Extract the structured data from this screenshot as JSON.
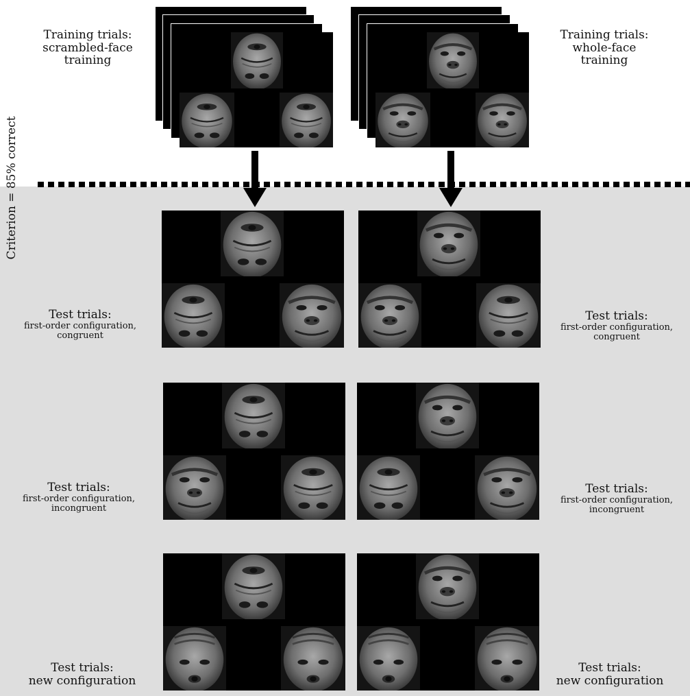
{
  "training": {
    "left": {
      "line1": "Training trials:",
      "line2": "scrambled-face",
      "line3": "training"
    },
    "right": {
      "line1": "Training trials:",
      "line2": "whole-face",
      "line3": "training"
    }
  },
  "criterion": "Criterion = 85% correct",
  "tests": [
    {
      "title": "Test trials:",
      "sub1": "first-order configuration,",
      "sub2": "congruent"
    },
    {
      "title": "Test trials:",
      "sub1": "first-order configuration,",
      "sub2": "incongruent"
    },
    {
      "title": "Test trials:",
      "sub1": "new configuration",
      "sub2": ""
    }
  ]
}
